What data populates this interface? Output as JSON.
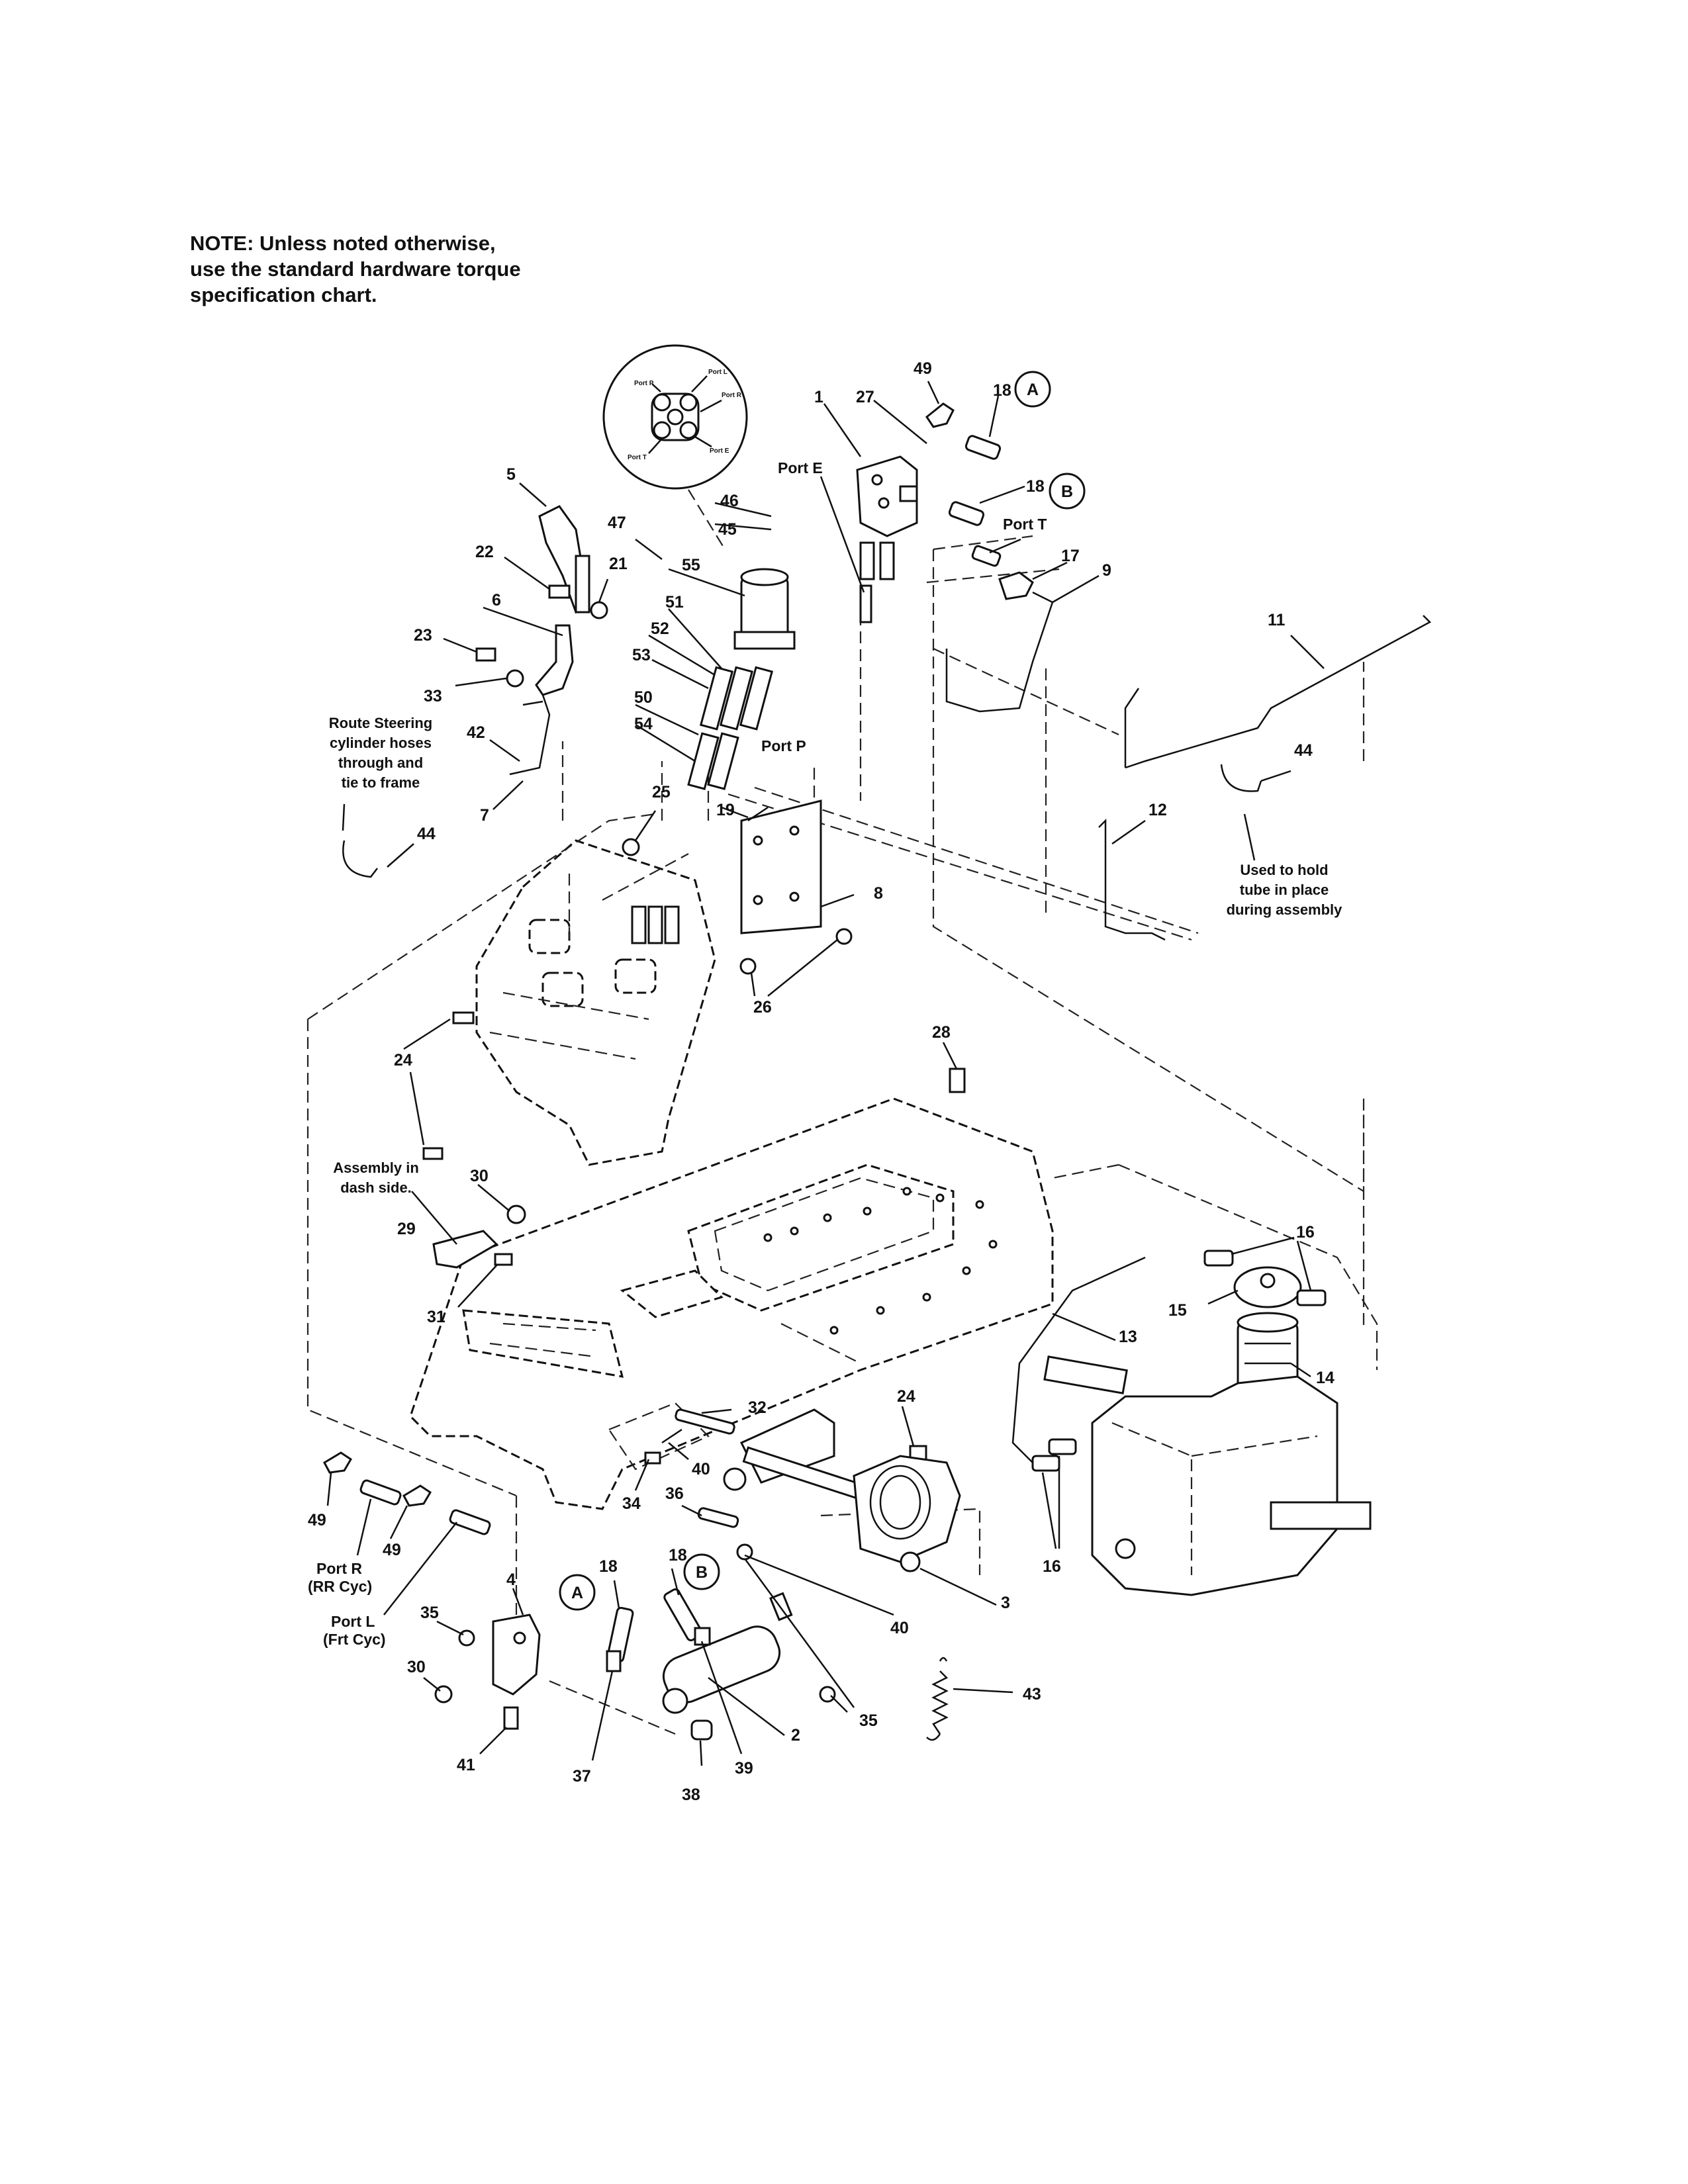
{
  "note": {
    "line1": "NOTE: Unless noted otherwise,",
    "line2": "use the standard hardware torque",
    "line3": "specification chart."
  },
  "detail_ports": [
    "Port P",
    "Port L",
    "Port R",
    "Port T",
    "Port E"
  ],
  "callouts": {
    "n1": "1",
    "n2": "2",
    "n3": "3",
    "n4": "4",
    "n5": "5",
    "n6": "6",
    "n7": "7",
    "n8": "8",
    "n9": "9",
    "n11": "11",
    "n12": "12",
    "n13": "13",
    "n14": "14",
    "n15": "15",
    "n16a": "16",
    "n16b": "16",
    "n17": "17",
    "n18a": "18",
    "n18b": "18",
    "n18c": "18",
    "n18d": "18",
    "n19": "19",
    "n21": "21",
    "n22": "22",
    "n23": "23",
    "n24a": "24",
    "n24b": "24",
    "n25": "25",
    "n26": "26",
    "n27": "27",
    "n28": "28",
    "n29": "29",
    "n30a": "30",
    "n30b": "30",
    "n31": "31",
    "n32": "32",
    "n33": "33",
    "n34": "34",
    "n35a": "35",
    "n35b": "35",
    "n36": "36",
    "n37": "37",
    "n38": "38",
    "n39": "39",
    "n40a": "40",
    "n40b": "40",
    "n41": "41",
    "n42": "42",
    "n43": "43",
    "n44a": "44",
    "n44b": "44",
    "n45": "45",
    "n46": "46",
    "n47": "47",
    "n49a": "49",
    "n49b": "49",
    "n49c": "49",
    "n50": "50",
    "n51": "51",
    "n52": "52",
    "n53": "53",
    "n54": "54",
    "n55": "55"
  },
  "circle_labels": {
    "a_top": "A",
    "b_top": "B",
    "a_bottom": "A",
    "b_bottom": "B"
  },
  "port_labels": {
    "port_e": "Port E",
    "port_t": "Port T",
    "port_p": "Port P",
    "port_r": "Port R",
    "port_r_sub": "(RR Cyc)",
    "port_l": "Port L",
    "port_l_sub": "(Frt Cyc)"
  },
  "annotations": {
    "route": [
      "Route Steering",
      "cylinder hoses",
      "through and",
      "tie to frame"
    ],
    "assembly": [
      "Assembly in",
      "dash side."
    ],
    "used": [
      "Used to hold",
      "tube in place",
      "during assembly"
    ]
  }
}
